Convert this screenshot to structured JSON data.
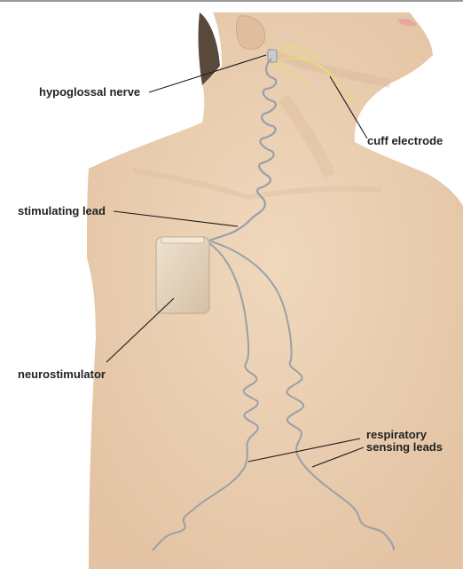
{
  "labels": {
    "hypoglossal_nerve": "hypoglossal nerve",
    "cuff_electrode": "cuff electrode",
    "stimulating_lead": "stimulating lead",
    "neurostimulator": "neurostimulator",
    "respiratory_line1": "respiratory",
    "respiratory_line2": "sensing leads"
  },
  "colors": {
    "skin": "#ecd2b5",
    "skin_shadow": "#d9b99a",
    "hair": "#5a4a3d",
    "nerve": "#e8d97a",
    "lead": "#9aa0a8",
    "device": "#e3d2bb",
    "pointer_line": "#1a1a1a"
  }
}
